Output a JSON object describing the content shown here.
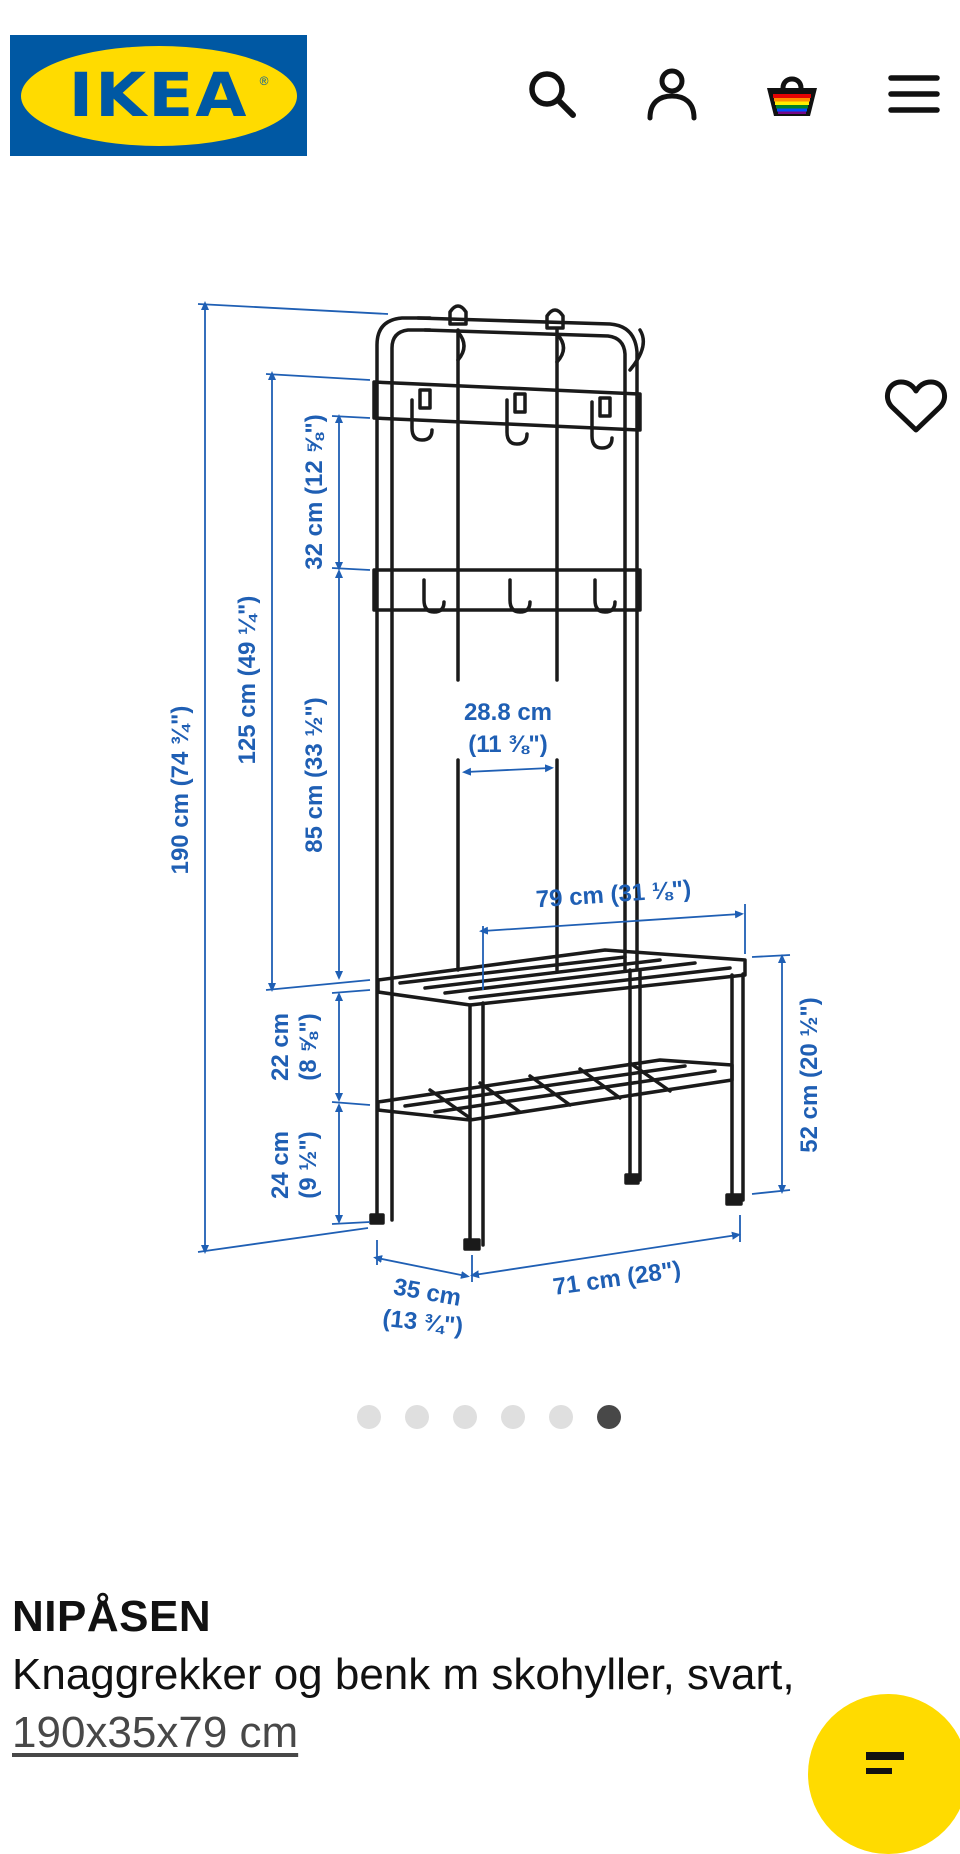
{
  "brand": {
    "logo_text": "IKEA",
    "logo_mark": "®",
    "blue": "#0058a3",
    "yellow": "#ffdb00"
  },
  "header": {
    "icons": [
      "search-icon",
      "user-icon",
      "shopping-basket-icon",
      "hamburger-menu-icon"
    ]
  },
  "product_image": {
    "labels": {
      "height_total": "190 cm (74 ¾\")",
      "height_hooks": "125 cm (49 ¼\")",
      "hook_spacing_v": "32 cm (12 ⅝\")",
      "lower_hook_height": "85 cm (33 ½\")",
      "hook_spacing_h_cm": "28.8 cm",
      "hook_spacing_h_in": "(11 ⅜\")",
      "bench_width": "79 cm (31 ⅛\")",
      "bench_gap_cm": "22 cm",
      "bench_gap_in": "(8 ⅝\")",
      "shelf_height_cm": "24 cm",
      "shelf_height_in": "(9 ½\")",
      "bench_height": "52 cm (20 ½\")",
      "depth_cm": "35 cm",
      "depth_in": "(13 ¾\")",
      "frame_width": "71 cm (28\")"
    },
    "dimension_color": "#1f5fb4",
    "line_color": "#1a1a1a"
  },
  "carousel": {
    "count": 6,
    "active_index": 5
  },
  "product": {
    "name": "NIPÅSEN",
    "description": "Knaggrekker og benk m skohyller, svart,",
    "size": "190x35x79 cm"
  }
}
